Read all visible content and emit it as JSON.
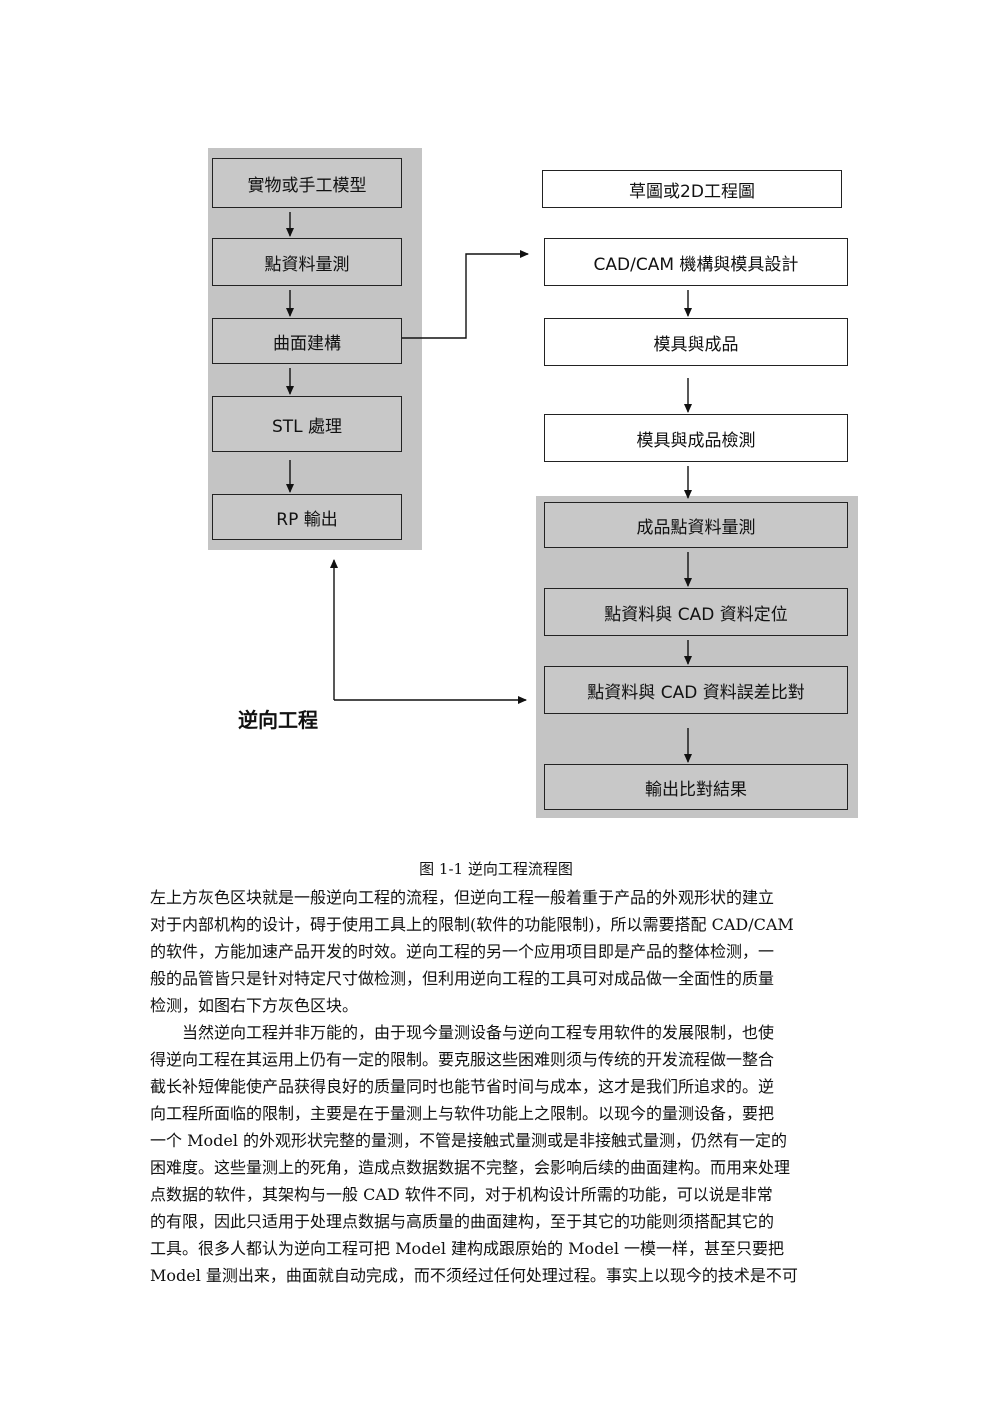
{
  "figure": {
    "left_column": [
      "實物或手工模型",
      "點資料量測",
      "曲面建構",
      "STL  處理",
      "RP  輸出"
    ],
    "right_top": [
      "草圖或2D工程圖",
      "CAD/CAM  機構與模具設計",
      "模具與成品",
      "模具與成品檢測"
    ],
    "right_bottom": [
      "成品點資料量測",
      "點資料與 CAD 資料定位",
      "點資料與 CAD 資料誤差比對",
      "輸出比對結果"
    ],
    "flow_label": "逆向工程"
  },
  "caption": "图 1-1 逆向工程流程图",
  "paragraph1": [
    "左上方灰色区块就是一般逆向工程的流程，但逆向工程一般着重于产品的外观形状的建立",
    "对于内部机构的设计，碍于使用工具上的限制(软件的功能限制)，所以需要搭配 CAD/CAM",
    "的软件，方能加速产品开发的时效。逆向工程的另一个应用项目即是产品的整体检测，一",
    "般的品管皆只是针对特定尺寸做检测，但利用逆向工程的工具可对成品做一全面性的质量",
    "检测，如图右下方灰色区块。"
  ],
  "paragraph2": [
    "当然逆向工程并非万能的，由于现今量测设备与逆向工程专用软件的发展限制，也使",
    "得逆向工程在其运用上仍有一定的限制。要克服这些困难则须与传统的开发流程做一整合",
    "截长补短俾能使产品获得良好的质量同时也能节省时间与成本，这才是我们所追求的。逆",
    "向工程所面临的限制，主要是在于量测上与软件功能上之限制。以现今的量测设备，要把",
    "一个 Model 的外观形状完整的量测，不管是接触式量测或是非接触式量测，仍然有一定的",
    "困难度。这些量测上的死角，造成点数据数据不完整，会影响后续的曲面建构。而用来处理",
    "点数据的软件，其架构与一般 CAD 软件不同，对于机构设计所需的功能，可以说是非常",
    "的有限，因此只适用于处理点数据与高质量的曲面建构，至于其它的功能则须搭配其它的",
    "工具。很多人都认为逆向工程可把 Model 建构成跟原始的 Model 一模一样，甚至只要把",
    "Model 量测出来，曲面就自动完成，而不须经过任何处理过程。事实上以现今的技术是不可"
  ]
}
